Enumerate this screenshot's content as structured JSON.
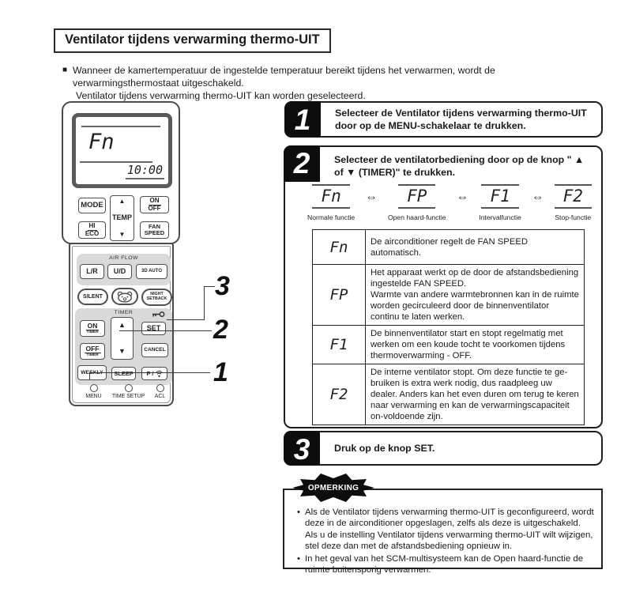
{
  "page": {
    "title": "Ventilator tijdens verwarming thermo-UIT",
    "intro_bullet": "■",
    "intro_text": "Wanneer de kamertemperatuur de ingestelde temperatuur bereikt tijdens het verwarmen, wordt de verwarmingsthermostaat uitgeschakeld.",
    "intro_text2": "Ventilator tijdens verwarming thermo-UIT kan worden geselecteerd."
  },
  "steps": [
    {
      "number": "1",
      "text": "Selecteer de Ventilator tijdens verwarming thermo-UIT door op de MENU-schakelaar te drukken."
    },
    {
      "number": "2",
      "text": "Selecteer de ventilatorbediening door op de knop \" ▲ of ▼ (TIMER)\" te drukken."
    },
    {
      "number": "3",
      "text": "Druk op de knop SET."
    }
  ],
  "diagram": {
    "arrow": "⇔"
  },
  "modes": [
    {
      "code": "Fn",
      "label": "Normale functie",
      "description": "De airconditioner regelt de FAN SPEED automatisch."
    },
    {
      "code": "FP",
      "label": "Open haard-functie",
      "description": "Het apparaat werkt op de door de afstandsbediening ingestelde FAN SPEED.\nWarmte van andere warmtebronnen kan in de ruimte worden gecirculeerd door de binnenventilator continu te laten werken."
    },
    {
      "code": "F1",
      "label": "Intervalfunctie",
      "description": "De binnenventilator start en stopt regelmatig met werken om een koude tocht te voorkomen tijdens thermoverwarming - OFF."
    },
    {
      "code": "F2",
      "label": "Stop-functie",
      "description": "De interne ventilator stopt. Om deze functie te ge-bruiken is extra werk nodig, dus raadpleeg uw dealer. Anders kan het even duren om terug te keren naar verwarming en kan de verwarmingscapaciteit on-voldoende zijn."
    }
  ],
  "note": {
    "badge": "OPMERKING",
    "bullets": [
      "Als de Ventilator tijdens verwarming thermo-UIT is geconfigureerd, wordt deze in de airconditioner opgeslagen, zelfs als deze is uitgeschakeld. Als u de instelling Ventilator tijdens verwarming thermo-UIT wilt wijzigen, stel deze dan met de afstandsbediening opnieuw in.",
      "In het geval van het SCM-multisysteem kan de Open haard-functie de ruimte buitensporig verwarmen."
    ]
  },
  "callouts": {
    "one": "1",
    "two": "2",
    "three": "3"
  },
  "remote": {
    "display": {
      "function_code": "Fn",
      "time": "10:00"
    },
    "buttons": {
      "mode": "MODE",
      "temp": "TEMP",
      "on": "ON",
      "off": "OFF",
      "hi": "HI",
      "eco": "ECO",
      "fan": "FAN",
      "speed": "SPEED",
      "lr": "L/R",
      "ud": "U/D",
      "auto3d": "3D AUTO",
      "silent": "SILENT",
      "night_line1": "NIGHT",
      "night_line2": "SETBACK",
      "on_timer_top": "ON",
      "on_timer_sub": "TIMER",
      "off_timer_top": "OFF",
      "off_timer_sub": "TIMER",
      "set": "SET",
      "cancel": "CANCEL",
      "weekly": "WEEKLY",
      "sleep": "SLEEP",
      "p_signal": "P /"
    },
    "labels": {
      "air_flow": "AIR FLOW",
      "timer": "TIMER",
      "menu": "MENU",
      "time_setup": "TIME SETUP",
      "acl": "ACL"
    },
    "glyphs": {
      "up": "▲",
      "down": "▼"
    }
  },
  "colors": {
    "panel_gray": "#d9d9d9",
    "border_dark": "#222222",
    "remote_border": "#4a4a4a",
    "badge_black": "#0d0d0d"
  }
}
